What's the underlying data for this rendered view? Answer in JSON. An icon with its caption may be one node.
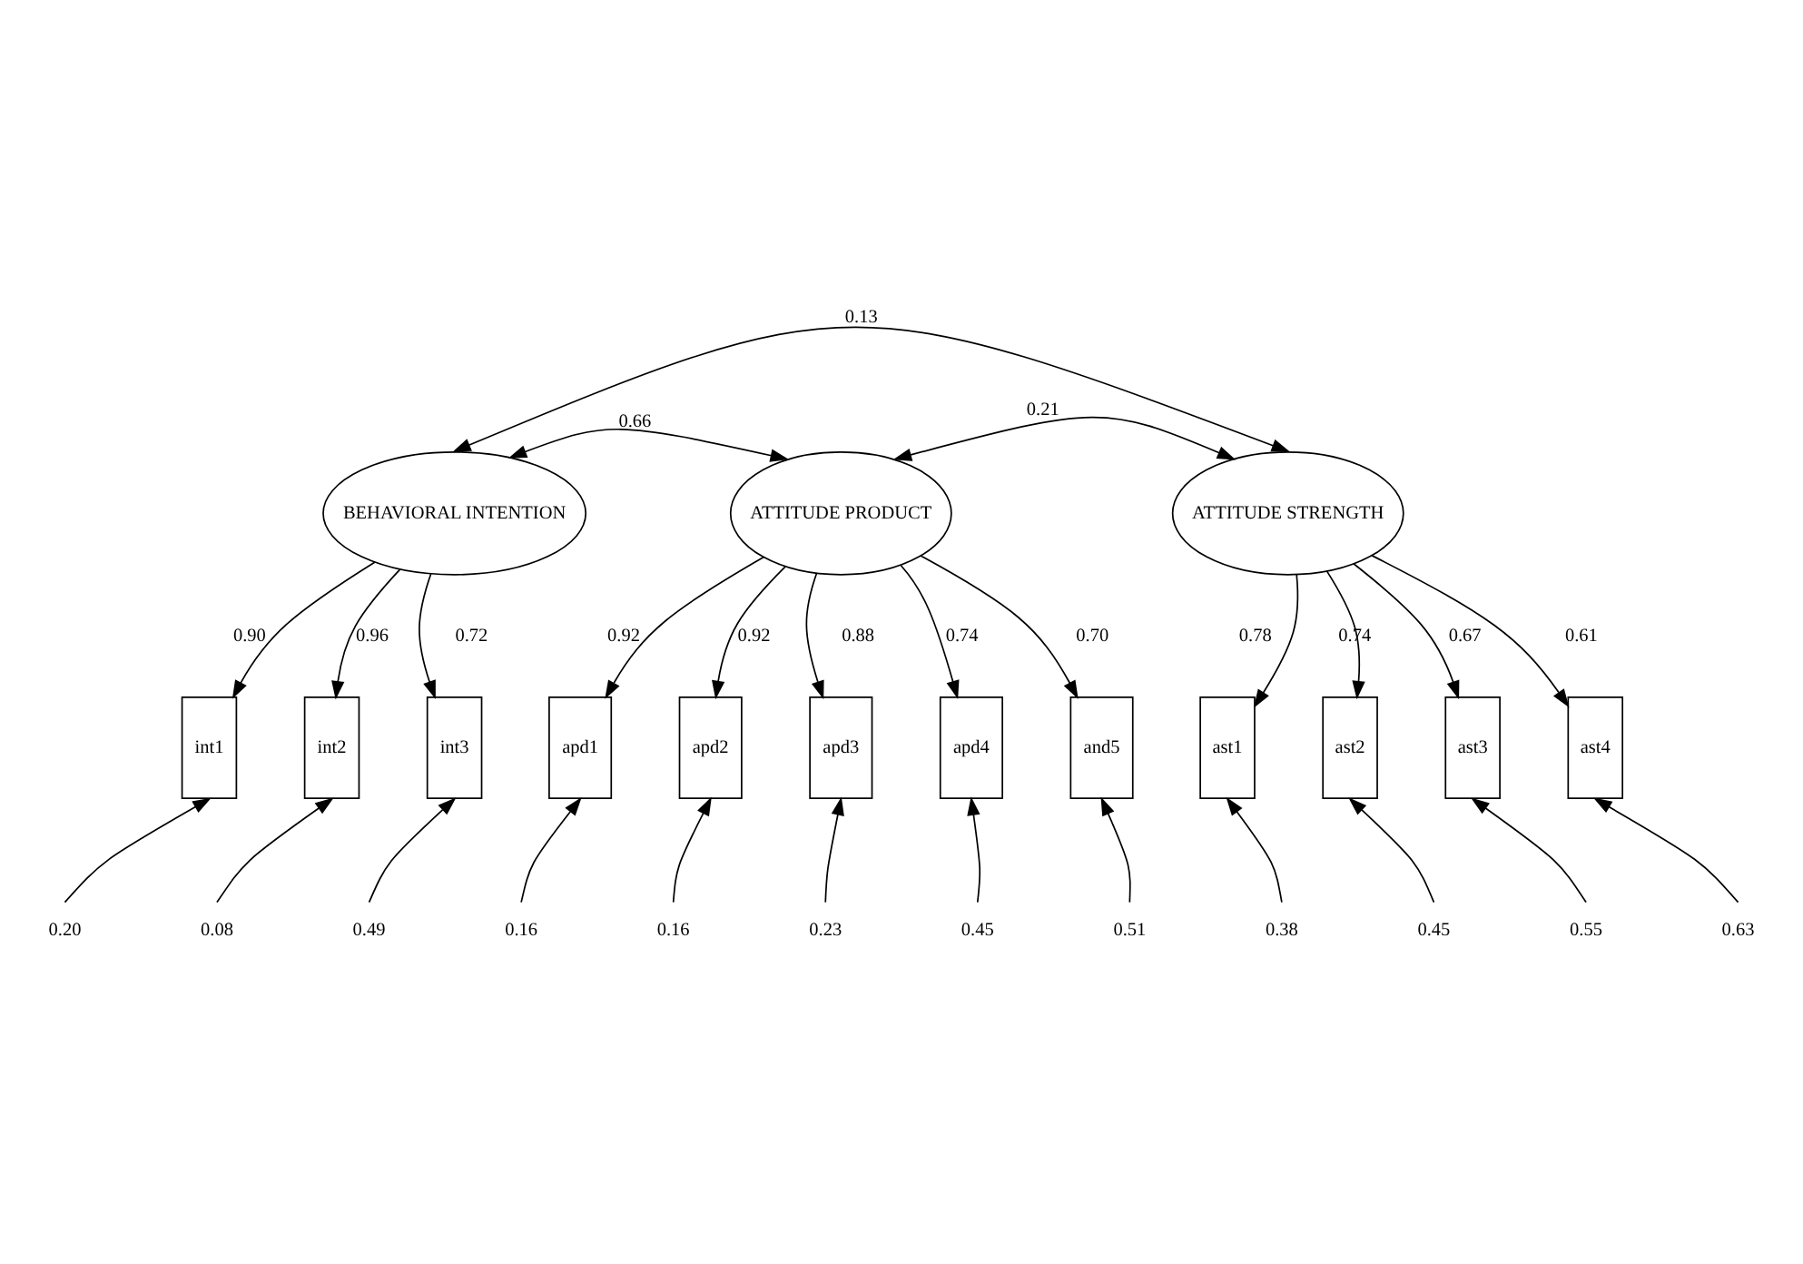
{
  "diagram": {
    "nodes": [
      {
        "text": [
          "BEHAVIORAL INTENTION"
        ]
      },
      {
        "text": [
          "ATTITUDE PRODUCT"
        ]
      },
      {
        "text": [
          "ATTITUDE STRENGTH"
        ]
      },
      {
        "text": [
          "int1"
        ]
      },
      {
        "text": [
          "int2"
        ]
      },
      {
        "text": [
          "int3"
        ]
      },
      {
        "text": [
          "apd1"
        ]
      },
      {
        "text": [
          "apd2"
        ]
      },
      {
        "text": [
          "apd3"
        ]
      },
      {
        "text": [
          "apd4"
        ]
      },
      {
        "text": [
          "and5"
        ]
      },
      {
        "text": [
          "ast1"
        ]
      },
      {
        "text": [
          "ast2"
        ]
      },
      {
        "text": [
          "ast3"
        ]
      },
      {
        "text": [
          "ast4"
        ]
      },
      {
        "text": [
          "0.20"
        ]
      },
      {
        "text": [
          "0.08"
        ]
      },
      {
        "text": [
          "0.49"
        ]
      },
      {
        "text": [
          "0.16"
        ]
      },
      {
        "text": [
          "0.16"
        ]
      },
      {
        "text": [
          "0.23"
        ]
      },
      {
        "text": [
          "0.45"
        ]
      },
      {
        "text": [
          "0.51"
        ]
      },
      {
        "text": [
          "0.38"
        ]
      },
      {
        "text": [
          "0.45"
        ]
      },
      {
        "text": [
          "0.55"
        ]
      },
      {
        "text": [
          "0.63"
        ]
      }
    ],
    "edges": [
      {
        "from": 0,
        "to": 2,
        "arrow": "both",
        "label": "0.13"
      },
      {
        "from": 0,
        "to": 1,
        "arrow": "both",
        "label": "0.66"
      },
      {
        "from": 1,
        "to": 2,
        "arrow": "both",
        "label": "0.21"
      },
      {
        "from": 0,
        "to": 3,
        "arrow": "to",
        "label": "0.90"
      },
      {
        "from": 0,
        "to": 4,
        "arrow": "to",
        "label": "0.96"
      },
      {
        "from": 0,
        "to": 5,
        "arrow": "to",
        "label": "0.72"
      },
      {
        "from": 1,
        "to": 6,
        "arrow": "to",
        "label": "0.92"
      },
      {
        "from": 1,
        "to": 7,
        "arrow": "to",
        "label": "0.92"
      },
      {
        "from": 1,
        "to": 8,
        "arrow": "to",
        "label": "0.88"
      },
      {
        "from": 1,
        "to": 9,
        "arrow": "to",
        "label": "0.74"
      },
      {
        "from": 1,
        "to": 10,
        "arrow": "to",
        "label": "0.70"
      },
      {
        "from": 2,
        "to": 11,
        "arrow": "to",
        "label": "0.78"
      },
      {
        "from": 2,
        "to": 12,
        "arrow": "to",
        "label": "0.74"
      },
      {
        "from": 2,
        "to": 13,
        "arrow": "to",
        "label": "0.67"
      },
      {
        "from": 2,
        "to": 14,
        "arrow": "to",
        "label": "0.61"
      },
      {
        "from": 15,
        "to": 3,
        "arrow": "to"
      },
      {
        "from": 16,
        "to": 4,
        "arrow": "to"
      },
      {
        "from": 17,
        "to": 5,
        "arrow": "to"
      },
      {
        "from": 18,
        "to": 6,
        "arrow": "to"
      },
      {
        "from": 19,
        "to": 7,
        "arrow": "to"
      },
      {
        "from": 20,
        "to": 8,
        "arrow": "to"
      },
      {
        "from": 21,
        "to": 9,
        "arrow": "to"
      },
      {
        "from": 22,
        "to": 10,
        "arrow": "to"
      },
      {
        "from": 23,
        "to": 11,
        "arrow": "to"
      },
      {
        "from": 24,
        "to": 12,
        "arrow": "to"
      },
      {
        "from": 25,
        "to": 13,
        "arrow": "to"
      },
      {
        "from": 26,
        "to": 14,
        "arrow": "to"
      }
    ]
  }
}
